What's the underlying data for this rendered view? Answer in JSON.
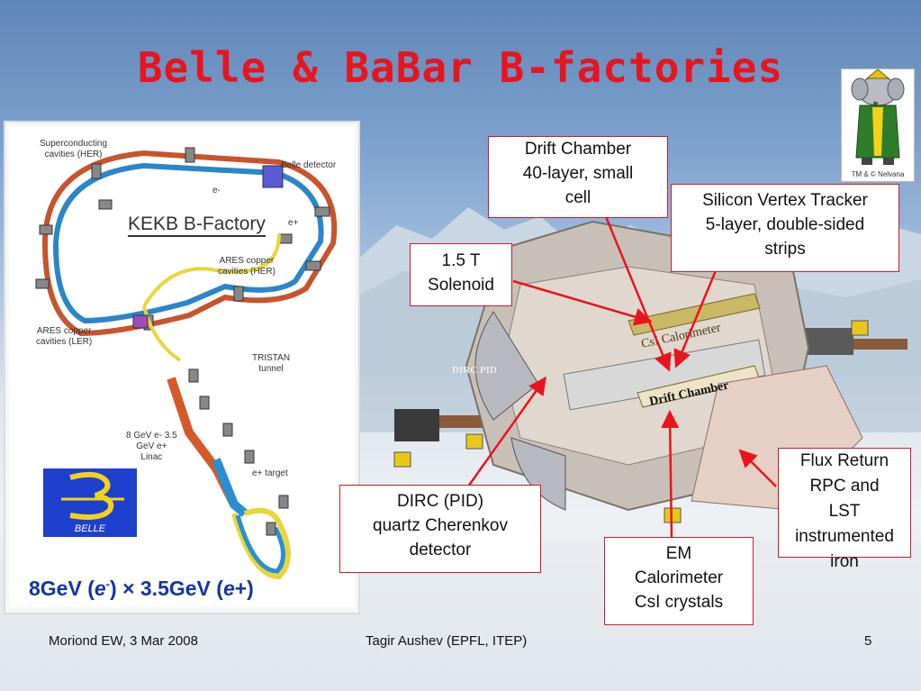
{
  "slide": {
    "title": "Belle & BaBar B-factories",
    "babar_mark": "TM & © Nelvana"
  },
  "kekb": {
    "title": "KEKB B-Factory",
    "labels": {
      "sc_cavities": "Superconducting\ncavities (HER)",
      "belle_detector": "Belle detector",
      "e_minus": "e-",
      "e_plus": "e+",
      "ares_her": "ARES copper\ncavities (HER)",
      "ares_ler": "ARES copper\ncavities (LER)",
      "tristan": "TRISTAN\ntunnel",
      "linac": "8 GeV e- 3.5\nGeV e+\nLinac",
      "target": "e+ target"
    },
    "logo_label": "BELLE",
    "energy": {
      "part1": "8GeV (",
      "e1": "e",
      "sup": "-",
      "mid": ") × 3.5GeV (",
      "e2": "e",
      "plus": "+",
      "end": ")"
    }
  },
  "detector": {
    "label_csi": "CsI Calorimeter",
    "label_dc": "Drift Chamber",
    "label_dirc": "DIRC PID"
  },
  "callouts": {
    "drift_chamber": [
      "Drift Chamber",
      "40-layer, small",
      "cell"
    ],
    "svt": [
      "Silicon Vertex Tracker",
      "5-layer, double-sided",
      "strips"
    ],
    "solenoid": [
      "1.5 T",
      "Solenoid"
    ],
    "dirc": [
      "DIRC (PID)",
      "quartz Cherenkov",
      "detector"
    ],
    "em": [
      "EM",
      "Calorimeter",
      "CsI crystals"
    ],
    "flux": [
      "Flux Return",
      "RPC and",
      "LST",
      "instrumented",
      "iron"
    ]
  },
  "footer": {
    "left": "Moriond EW, 3 Mar 2008",
    "center": "Tagir Aushev (EPFL, ITEP)",
    "page": "5"
  },
  "colors": {
    "title": "#e8141e",
    "callout_border": "#c0202a",
    "energy": "#1633a8",
    "belle_logo": "#1f3fcf"
  }
}
